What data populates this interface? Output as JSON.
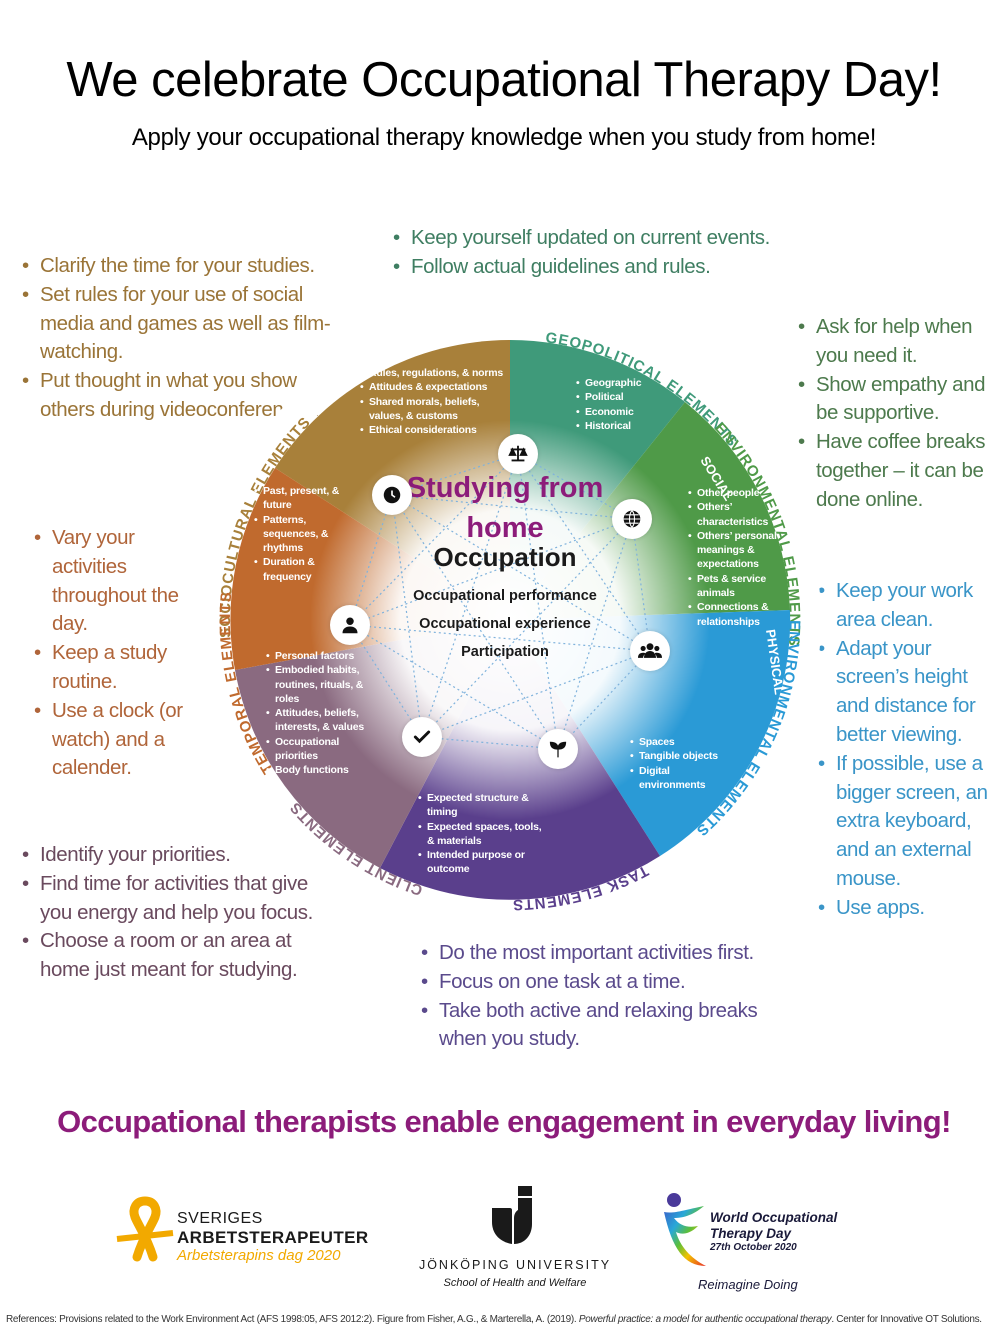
{
  "header": {
    "title": "We celebrate Occupational Therapy Day!",
    "subtitle": "Apply your occupational therapy knowledge when you study from home!"
  },
  "colors": {
    "geopolitical": "#3f9a7a",
    "sociocultural": "#a8803a",
    "social": "#4f9a48",
    "temporal": "#c06a2e",
    "physical": "#2a9ad6",
    "client": "#8a6a80",
    "task": "#5a3f8c",
    "accent_purple": "#8c1c7a"
  },
  "tips": {
    "geopolitical": [
      "Keep yourself updated on current events.",
      "Follow actual guidelines and rules."
    ],
    "sociocultural": [
      "Clarify the time for your studies.",
      "Set rules for your use of social media and games as well as film-watching.",
      "Put thought in what you show others during videoconferences."
    ],
    "social": [
      "Ask for help when you need it.",
      "Show empathy and be supportive.",
      "Have coffee breaks together – it can be done online."
    ],
    "temporal": [
      "Vary your activities throughout the day.",
      "Keep a study routine.",
      "Use a clock (or watch) and a calender."
    ],
    "physical": [
      "Keep your work area clean.",
      "Adapt your screen’s height and distance for better viewing.",
      "If possible, use a bigger screen, an extra keyboard, and an external mouse.",
      "Use apps."
    ],
    "client": [
      "Identify your priorities.",
      "Find time for activities that give you energy and help you focus.",
      "Choose a room or an area at home just meant for studying."
    ],
    "task": [
      "Do the most important activities first.",
      "Focus on one task at a time.",
      "Take both active and relaxing breaks when you study."
    ]
  },
  "diagram": {
    "ring_labels": {
      "geopolitical": "GEOPOLITICAL ELEMENTS",
      "sociocultural": "SOCIOCULTURAL ELEMENTS",
      "environmental_social": "ENVIRONMENTAL ELEMENTS",
      "social_sub": "SOCIAL",
      "environmental_physical": "ENVIRONMENTAL ELEMENTS",
      "physical_sub": "PHYSICAL",
      "temporal": "TEMPORAL ELEMENTS",
      "client": "CLIENT ELEMENTS",
      "task": "TASK ELEMENTS"
    },
    "segments": {
      "sociocultural": [
        "Rules, regulations, & norms",
        "Attitudes & expectations",
        "Shared morals, beliefs, values, & customs",
        "Ethical considerations"
      ],
      "geopolitical": [
        "Geographic",
        "Political",
        "Economic",
        "Historical"
      ],
      "social": [
        "Other people",
        "Others’ characteristics",
        "Others’ personal meanings & expectations",
        "Pets & service animals",
        "Connections & relationships"
      ],
      "temporal": [
        "Past, present, & future",
        "Patterns, sequences, & rhythms",
        "Duration & frequency"
      ],
      "client": [
        "Personal factors",
        "Embodied habits, routines, rituals, & roles",
        "Attitudes, beliefs, interests, & values",
        "Occupational priorities",
        "Body functions"
      ],
      "physical": [
        "Spaces",
        "Tangible objects",
        "Digital environments"
      ],
      "task": [
        "Expected structure & timing",
        "Expected spaces, tools, & materials",
        "Intended purpose or outcome"
      ]
    },
    "center": {
      "heading": "Studying from home",
      "occupation": "Occupation",
      "items": [
        "Occupational performance",
        "Occupational experience",
        "Participation"
      ]
    },
    "nodes": [
      "scales-icon",
      "globe-icon",
      "group-icon",
      "sprout-icon",
      "check-icon",
      "person-icon",
      "clock-icon"
    ]
  },
  "tagline": "Occupational therapists enable engagement in everyday living!",
  "logos": {
    "sveriges": {
      "line1": "SVERIGES",
      "line2": "ARBETSTERAPEUTER",
      "line3": "Arbetsterapins dag 2020"
    },
    "jonkoping": {
      "name": "JÖNKÖPING UNIVERSITY",
      "school": "School of Health and Welfare"
    },
    "wotd": {
      "line1": "World Occupational Therapy Day",
      "date": "27th October 2020",
      "slogan": "Reimagine Doing"
    }
  },
  "references": {
    "prefix": "References: Provisions related to the Work Environment Act (AFS 1998:05, AFS 2012:2). Figure from Fisher, A.G., & Marterella, A. (2019). ",
    "title": "Powerful practice: a model for authentic occupational therapy",
    "suffix": ". Center for Innovative OT Solutions."
  }
}
